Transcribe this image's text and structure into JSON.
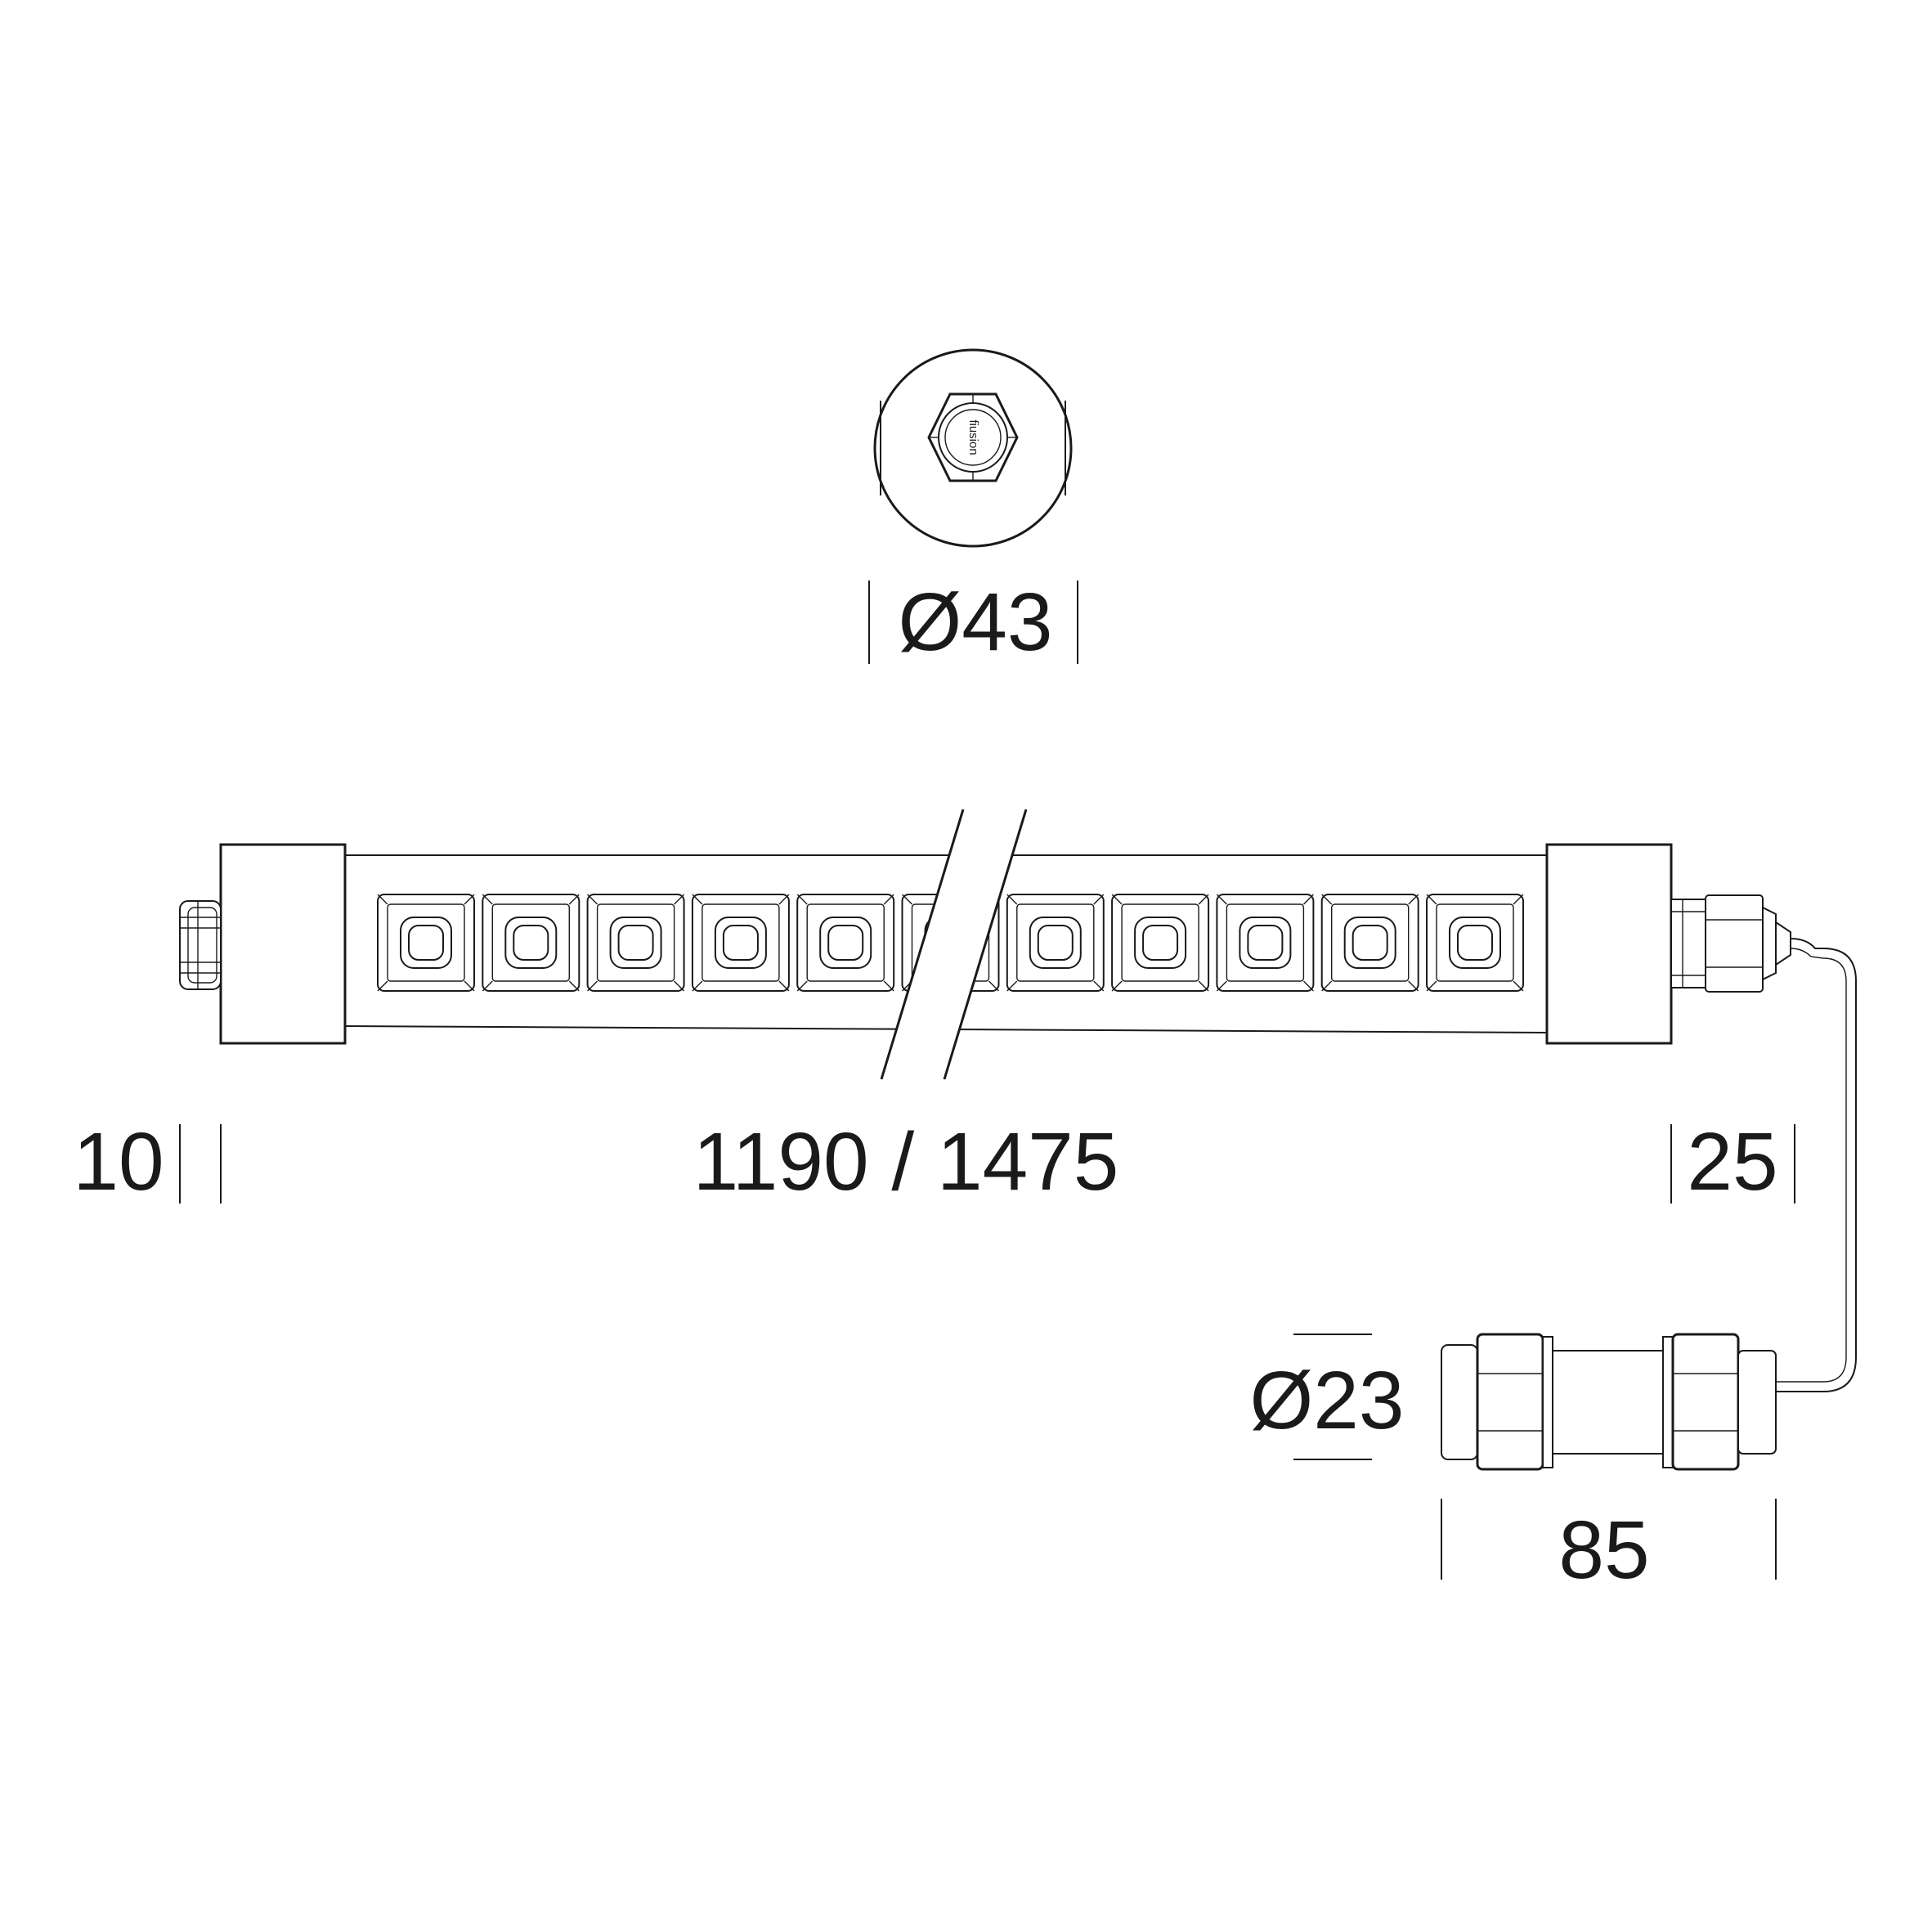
{
  "colors": {
    "line": "#1a1a1a",
    "background": "#ffffff"
  },
  "dimensions": {
    "diameter_top": "Ø43",
    "left_cap": "10",
    "length": "1190 / 1475",
    "right_gland": "25",
    "connector_diameter": "Ø23",
    "connector_length": "85"
  },
  "led_modules": {
    "count": 11
  },
  "end_cap_text": "fiusion"
}
